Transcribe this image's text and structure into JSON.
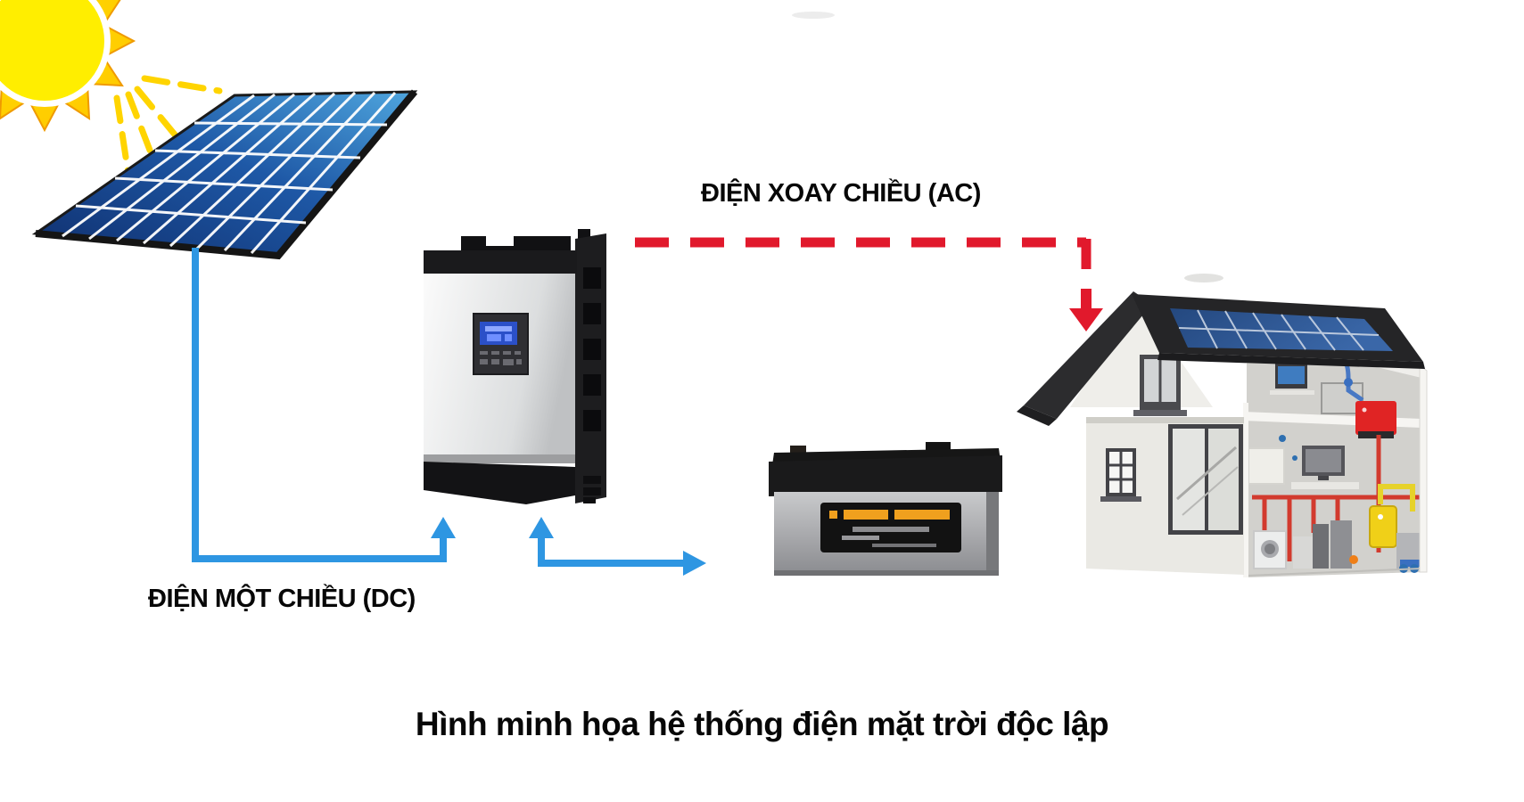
{
  "labels": {
    "ac": "ĐIỆN XOAY CHIỀU (AC)",
    "dc": "ĐIỆN MỘT CHIỀU (DC)",
    "caption": "Hình minh họa hệ thống điện mặt trời độc lập"
  },
  "colors": {
    "ac-line": "#e1192c",
    "dc-line": "#2e96e2",
    "sun-core": "#ffee00",
    "sun-corona": "#ffc400",
    "panel-dark": "#10306f",
    "panel-light": "#4fa6de",
    "text": "#070707"
  },
  "icons": [
    "sun-icon",
    "solar-panel-icon",
    "inverter-icon",
    "battery-icon",
    "house-icon",
    "dc-arrow-icon",
    "ac-dashed-arrow-icon"
  ]
}
